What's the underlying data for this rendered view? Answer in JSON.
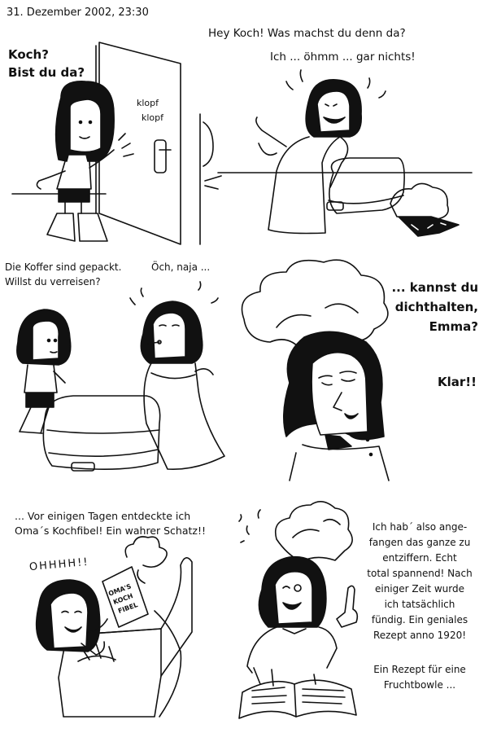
{
  "header": {
    "date_time": "31. Dezember 2002, 23:30"
  },
  "panel1": {
    "speech": [
      "Koch?",
      "Bist du da?"
    ],
    "sound": [
      "klopf",
      "klopf"
    ]
  },
  "panel2": {
    "speech_top": "Hey Koch! Was machst du denn da?",
    "speech_reply": "Ich ... öhmm ... gar nichts!"
  },
  "panel3": {
    "speech_left": [
      "Die Koffer sind gepackt.",
      "Willst du verreisen?"
    ],
    "speech_right": "Öch, naja ..."
  },
  "panel4": {
    "speech_question": [
      "... kannst du",
      "dichthalten,",
      "Emma?"
    ],
    "speech_answer": "Klar!!"
  },
  "panel5": {
    "caption": [
      "... Vor einigen Tagen entdeckte ich",
      "Oma´s Kochfibel! Ein wahrer Schatz!!"
    ],
    "exclaim": "OHHHH!!",
    "book_label": [
      "OMA'S",
      "KOCH",
      "FIBEL"
    ]
  },
  "panel6": {
    "caption": [
      "Ich hab´ also ange-",
      "fangen das ganze zu",
      "entziffern. Echt",
      "total spannend! Nach",
      "einiger Zeit wurde",
      "ich tatsächlich",
      "fündig. Ein geniales",
      "Rezept anno 1920!",
      "",
      "Ein Rezept für eine",
      "Fruchtbowle ..."
    ]
  }
}
